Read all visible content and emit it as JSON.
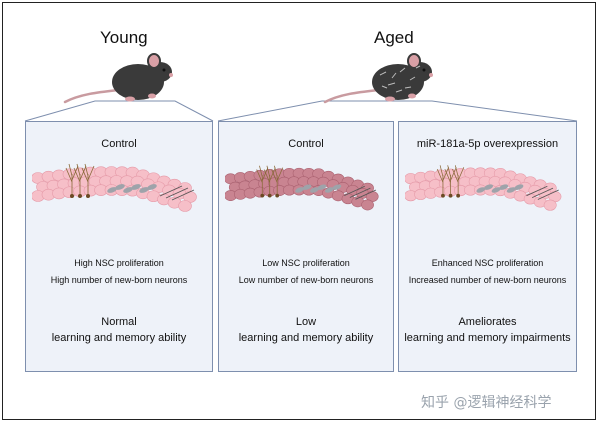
{
  "groups": {
    "young": {
      "title": "Young"
    },
    "aged": {
      "title": "Aged"
    }
  },
  "panels": [
    {
      "title": "Control",
      "line1": "High NSC proliferation",
      "line2": "High number of new-born neurons",
      "outcome1": "Normal",
      "outcome2": "learning and memory ability",
      "tissue_color": "#f6bfc8",
      "tissue_stroke": "#e59aa8"
    },
    {
      "title": "Control",
      "line1": "Low NSC proliferation",
      "line2": "Low number of new-born neurons",
      "outcome1": "Low",
      "outcome2": "learning and memory ability",
      "tissue_color": "#c98491",
      "tissue_stroke": "#a9606f"
    },
    {
      "title": "miR-181a-5p overexpression",
      "line1": "Enhanced NSC proliferation",
      "line2": "Increased number of new-born neurons",
      "outcome1": "Ameliorates",
      "outcome2": "learning and memory impairments",
      "tissue_color": "#f6bfc8",
      "tissue_stroke": "#e59aa8"
    }
  ],
  "watermark": "知乎 @逻辑神经科学",
  "colors": {
    "panel_bg": "#eef2f9",
    "panel_border": "#7e8fae",
    "mouse_body": "#3a3a3a",
    "mouse_ear": "#d9a0a6"
  }
}
